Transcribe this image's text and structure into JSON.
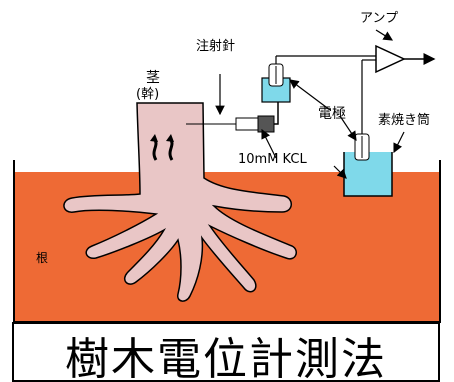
{
  "colors": {
    "soil": "#ee6a35",
    "trunk": "#e9c6c6",
    "beaker_water": "#7fd9ea",
    "outline": "#000000"
  },
  "labels": {
    "injection_needle": "注射針",
    "amplifier": "アンプ",
    "stem": "茎",
    "trunk_paren": "(幹)",
    "electrode": "電極",
    "porous_cup": "素焼き筒",
    "kcl": "10mM KCL",
    "root": "根"
  },
  "caption": "樹木電位計測法"
}
